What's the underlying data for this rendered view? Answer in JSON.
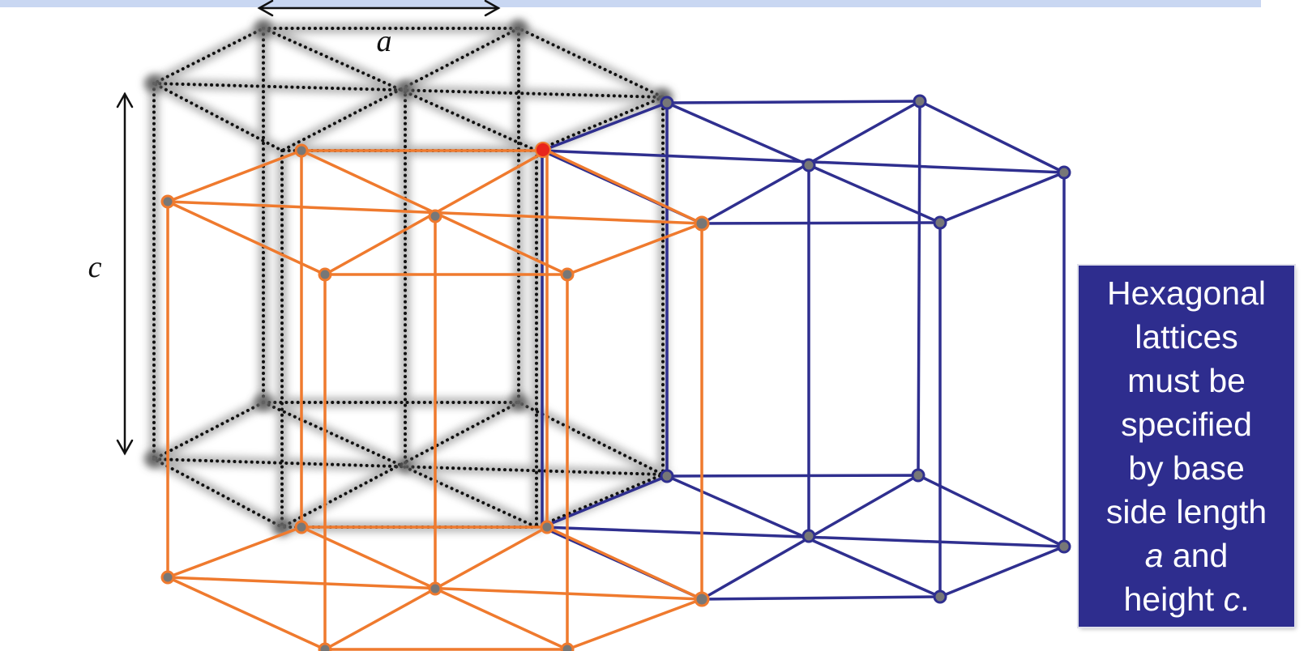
{
  "labels": {
    "a": "a",
    "c": "c"
  },
  "callout": {
    "l1": "Hexagonal",
    "l2": "lattices",
    "l3": "must be",
    "l4": "specified",
    "l5": "by base",
    "l6": "side length",
    "l7_var": "a",
    "l7_rest": " and",
    "l8_pre": "height ",
    "l8_var": "c",
    "l8_post": "."
  },
  "colors": {
    "gray": "#3a3a3a",
    "orange": "#ef7a2e",
    "blue": "#2f2f8f",
    "red": "#e8251c",
    "callout_bg": "#2e2d8e",
    "band": "#c9d7f2"
  }
}
